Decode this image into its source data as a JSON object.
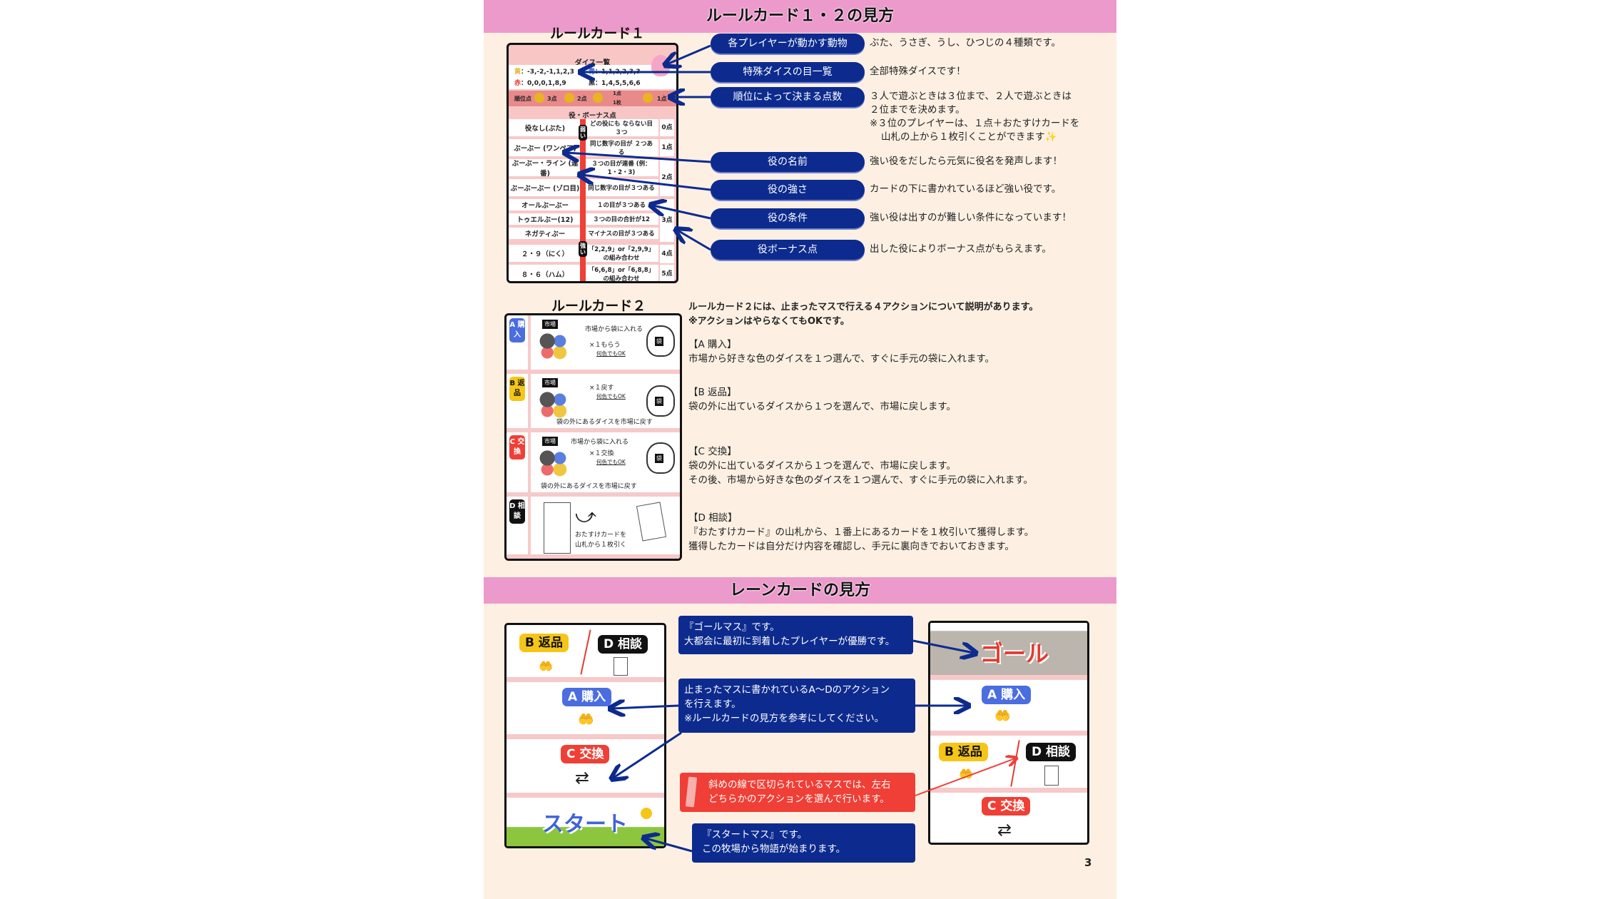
{
  "section1": {
    "title": "ルールカード１・２の見方"
  },
  "card1": {
    "title": "ルールカード１",
    "dice_title": "ダイス一覧",
    "dice": [
      {
        "label": "黄",
        "faces": "：-3,-2,-1,1,2,3",
        "color": "#e9b420"
      },
      {
        "label": "青",
        "faces": "：1,1,2,2,3,3",
        "color": "#3f63d8"
      },
      {
        "label": "赤",
        "faces": "：0,0,0,1,8,9",
        "color": "#e33b30"
      },
      {
        "label": "黒",
        "faces": "：1,4,5,5,6,6",
        "color": "#222222"
      }
    ],
    "rank": {
      "label": "順位点",
      "items": [
        "3点",
        "2点",
        "1点",
        "1枚",
        "1点"
      ]
    },
    "yaku_title": "役・ボーナス点",
    "weak": "弱い",
    "strong": "強い",
    "rows": [
      {
        "name": "役なし(ぶた)",
        "cond": "どの役にも ならない目３つ"
      },
      {
        "name": "ぶーぶー (ワンペア)",
        "cond": "同じ数字の目が ２つある"
      },
      {
        "name": "ぶーぶー・ライン (連番)",
        "cond": "３つの目が連番 (例：1・2・3)"
      },
      {
        "name": "ぶーぶーぶー (ゾロ目)",
        "cond": "同じ数字の目が３つある"
      },
      {
        "name": "オールぶーぶー",
        "cond": "１の目が３つある"
      },
      {
        "name": "トゥエルぶー(12)",
        "cond": "３つの目の合計が12"
      },
      {
        "name": "ネガティぶー",
        "cond": "マイナスの目が３つある"
      },
      {
        "name": "２・９（にく）",
        "cond": "「2,2,9」or「2,9,9」 の組み合わせ"
      },
      {
        "name": "８・６（ハム）",
        "cond": "「6,6,8」or「6,8,8」 の組み合わせ"
      }
    ],
    "points": [
      "0点",
      "1点",
      "2点",
      "3点",
      "4点",
      "5点"
    ]
  },
  "callouts": [
    {
      "label": "各プレイヤーが動かす動物",
      "desc": "ぶた、うさぎ、うし、ひつじの４種類です。"
    },
    {
      "label": "特殊ダイスの目一覧",
      "desc": "全部特殊ダイスです！"
    },
    {
      "label": "順位によって決まる点数",
      "desc": "３人で遊ぶときは３位まで、２人で遊ぶときは",
      "desc2": "２位までを決めます。",
      "desc3": "※３位のプレイヤーは、１点＋おたすけカードを",
      "desc4": "山札の上から１枚引くことができます✨"
    },
    {
      "label": "役の名前",
      "desc": "強い役をだしたら元気に役名を発声します！"
    },
    {
      "label": "役の強さ",
      "desc": "カードの下に書かれているほど強い役です。"
    },
    {
      "label": "役の条件",
      "desc": "強い役は出すのが難しい条件になっています！"
    },
    {
      "label": "役ボーナス点",
      "desc": "出した役によりボーナス点がもらえます。"
    }
  ],
  "card2": {
    "title": "ルールカード２",
    "actions": [
      {
        "tag": "A 購入",
        "color": "#4a6de0",
        "market": "市場",
        "top": "市場から袋に入れる",
        "mid": "×１もらう",
        "note": "何色でもOK",
        "bag": "袋"
      },
      {
        "tag": "B 返品",
        "color": "#f5c518",
        "market": "市場",
        "mid": "×１戻す",
        "note": "何色でもOK",
        "bottom": "袋の外にあるダイスを市場に戻す",
        "bag": "袋"
      },
      {
        "tag": "C 交換",
        "color": "#ef3f36",
        "market": "市場",
        "top": "市場から袋に入れる",
        "mid": "×１交換",
        "note": "何色でもOK",
        "bottom": "袋の外にあるダイスを市場に戻す",
        "bag": "袋"
      },
      {
        "tag": "D 相談",
        "color": "#111111",
        "draw": "おたすけカードを",
        "draw2": "山札から１枚引く"
      }
    ]
  },
  "card2_text": {
    "intro1": "ルールカード２には、止まったマスで行える４アクションについて説明があります。",
    "intro2": "※アクションはやらなくてもOKです。",
    "sections": [
      {
        "head": "【A 購入】",
        "lines": [
          "市場から好きな色のダイスを１つ選んで、すぐに手元の袋に入れます。"
        ]
      },
      {
        "head": "【B 返品】",
        "lines": [
          "袋の外に出ているダイスから１つを選んで、市場に戻します。"
        ]
      },
      {
        "head": "【C 交換】",
        "lines": [
          "袋の外に出ているダイスから１つを選んで、市場に戻します。",
          "その後、市場から好きな色のダイスを１つ選んで、すぐに手元の袋に入れます。"
        ]
      },
      {
        "head": "【D 相談】",
        "lines": [
          "『おたすけカード』の山札から、１番上にあるカードを１枚引いて獲得します。",
          "獲得したカードは自分だけ内容を確認し、手元に裏向きでおいておきます。"
        ]
      }
    ]
  },
  "section2": {
    "title": "レーンカードの見方"
  },
  "lane": {
    "tags": {
      "a": "A 購入",
      "b": "B 返品",
      "c": "C 交換",
      "d": "D 相談"
    },
    "start": "スタート",
    "goal": "ゴール",
    "goal_note": [
      "『ゴールマス』です。",
      "大都会に最初に到着したプレイヤーが優勝です。"
    ],
    "action_note": [
      "止まったマスに書かれているA～Dのアクション",
      "を行えます。",
      "※ルールカードの見方を参考にしてください。"
    ],
    "split_note": [
      "斜めの線で区切られているマスでは、左右",
      "どちらかのアクションを選んで行います。"
    ],
    "start_note": [
      "『スタートマス』です。",
      "この牧場から物語が始まります。"
    ]
  },
  "page_number": "3",
  "colors": {
    "band": "#ec9acb",
    "page_bg": "#fdf0e3",
    "callout": "#0d2b8e",
    "red": "#ef3f36",
    "A": "#4a6de0",
    "B": "#f5c518",
    "C": "#ef3f36",
    "D": "#111111"
  }
}
